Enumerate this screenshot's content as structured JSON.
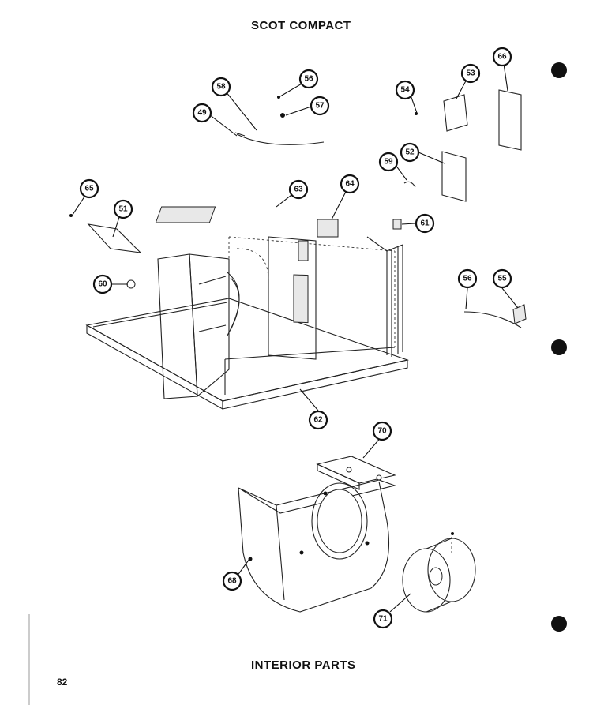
{
  "header": {
    "title": "SCOT COMPACT"
  },
  "footer": {
    "title": "INTERIOR PARTS",
    "page_number": "82"
  },
  "callouts": [
    "58",
    "56",
    "57",
    "49",
    "54",
    "53",
    "66",
    "59",
    "52",
    "65",
    "51",
    "63",
    "64",
    "61",
    "60",
    "56",
    "55",
    "62",
    "70",
    "68",
    "71"
  ]
}
